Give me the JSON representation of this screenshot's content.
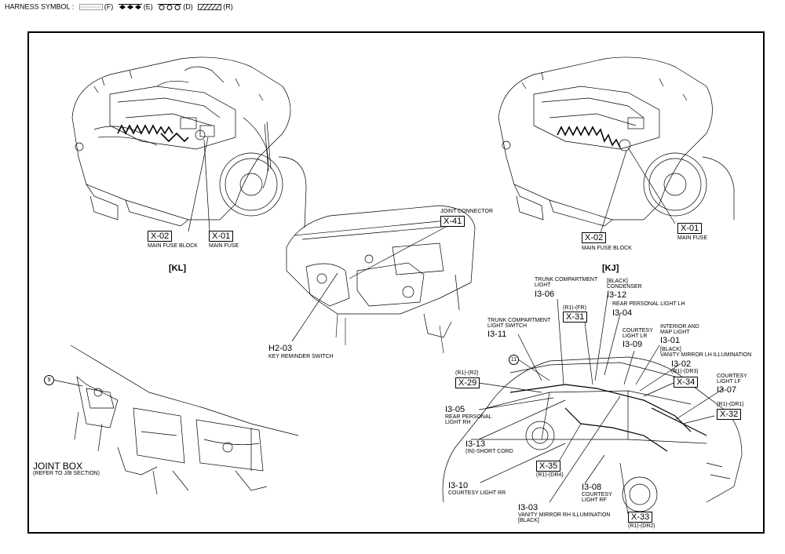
{
  "legend": {
    "prefix": "HARNESS SYMBOL :",
    "items": [
      {
        "code": "(F)"
      },
      {
        "code": "(E)"
      },
      {
        "code": "(D)"
      },
      {
        "code": "(R)"
      }
    ]
  },
  "panels": {
    "kl": "[KL]",
    "kj": "[KJ]"
  },
  "kl": {
    "x02": {
      "code": "X-02",
      "desc": "MAIN FUSE BLOCK"
    },
    "x01": {
      "code": "X-01",
      "desc": "MAIN FUSE"
    }
  },
  "kj": {
    "x02": {
      "code": "X-02",
      "desc": "MAIN FUSE BLOCK"
    },
    "x01": {
      "code": "X-01",
      "desc": "MAIN FUSE"
    }
  },
  "dash": {
    "x41": {
      "code": "X-41",
      "desc": "JOINT CONNECTOR"
    },
    "h203": {
      "code": "H2-03",
      "desc": "KEY REMINDER SWITCH"
    }
  },
  "jb": {
    "circle": "9",
    "title": "JOINT BOX",
    "desc": "(REFER TO J/B SECTION)"
  },
  "body": {
    "circle": "11",
    "i306": {
      "code": "I3-06",
      "desc1": "TRUNK COMPARTMENT",
      "desc2": "LIGHT"
    },
    "i312": {
      "code": "I3-12",
      "tag": "[BLACK]",
      "desc": "CONDENSER"
    },
    "i304": {
      "code": "I3-04",
      "desc": "REAR PERSONAL LIGHT LH"
    },
    "x31": {
      "code": "X-31",
      "tag": "(R1)-(FR)"
    },
    "i311": {
      "code": "I3-11",
      "desc1": "TRUNK COMPARTMENT",
      "desc2": "LIGHT SWITCH"
    },
    "i309": {
      "code": "I3-09",
      "desc1": "COURTESY",
      "desc2": "LIGHT LR"
    },
    "i301": {
      "code": "I3-01",
      "desc1": "INTERIOR AND",
      "desc2": "MAP LIGHT",
      "tag": "[BLACK]",
      "desc3": "VANITY MIRROR LH ILLUMINATION"
    },
    "i302": {
      "code": "I3-02",
      "tag": "(R1)-(DR3)"
    },
    "x29": {
      "code": "X-29",
      "tag": "(R1)-(R2)"
    },
    "x34": {
      "code": "X-34"
    },
    "i307": {
      "code": "I3-07",
      "desc1": "COURTESY",
      "desc2": "LIGHT LF"
    },
    "x32": {
      "code": "X-32",
      "tag": "(R1)-(DR1)"
    },
    "i305": {
      "code": "I3-05",
      "desc1": "REAR PERSONAL",
      "desc2": "LIGHT RH"
    },
    "i313": {
      "code": "I3-13",
      "desc": "(IN)-SHORT CORD"
    },
    "x35": {
      "code": "X-35",
      "tag": "(R1)-(DR4)"
    },
    "i310": {
      "code": "I3-10",
      "desc": "COURTESY LIGHT RR"
    },
    "i308": {
      "code": "I3-08",
      "desc1": "COURTESY",
      "desc2": "LIGHT RF"
    },
    "i303": {
      "code": "I3-03",
      "desc": "VANITY MIRROR RH ILLUMINATION",
      "tag": "[BLACK]"
    },
    "x33": {
      "code": "X-33",
      "tag": "(R1)-(DR2)"
    }
  }
}
